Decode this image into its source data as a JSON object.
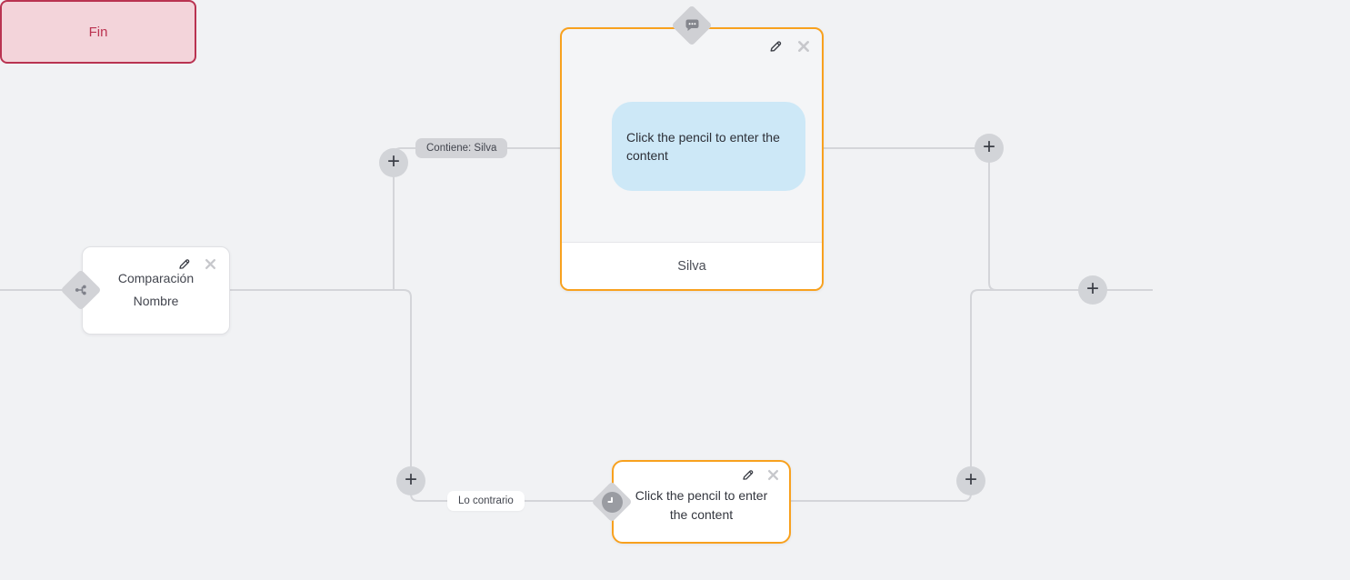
{
  "colors": {
    "background": "#f1f2f4",
    "edge_line": "#d4d5d9",
    "accent_orange": "#f8a11e",
    "end_border": "#b93351",
    "end_background": "#f3d4da",
    "bubble_blue": "#cde8f7",
    "pill_gray": "#d2d3d7"
  },
  "nodes": {
    "comparison": {
      "title_line1": "Comparación",
      "title_line2": "Nombre"
    },
    "message": {
      "bubble_text": "Click the pencil to enter the content",
      "footer_label": "Silva"
    },
    "timer": {
      "placeholder_text": "Click the pencil to enter the content"
    },
    "end": {
      "label": "Fin"
    }
  },
  "edge_labels": {
    "contains": "Contiene: Silva",
    "otherwise": "Lo contrario"
  },
  "icons": {
    "plus": "+",
    "branch": "branch-icon",
    "message": "message-bubble-icon",
    "clock": "clock-icon",
    "pencil": "pencil-icon",
    "close": "close-icon"
  }
}
